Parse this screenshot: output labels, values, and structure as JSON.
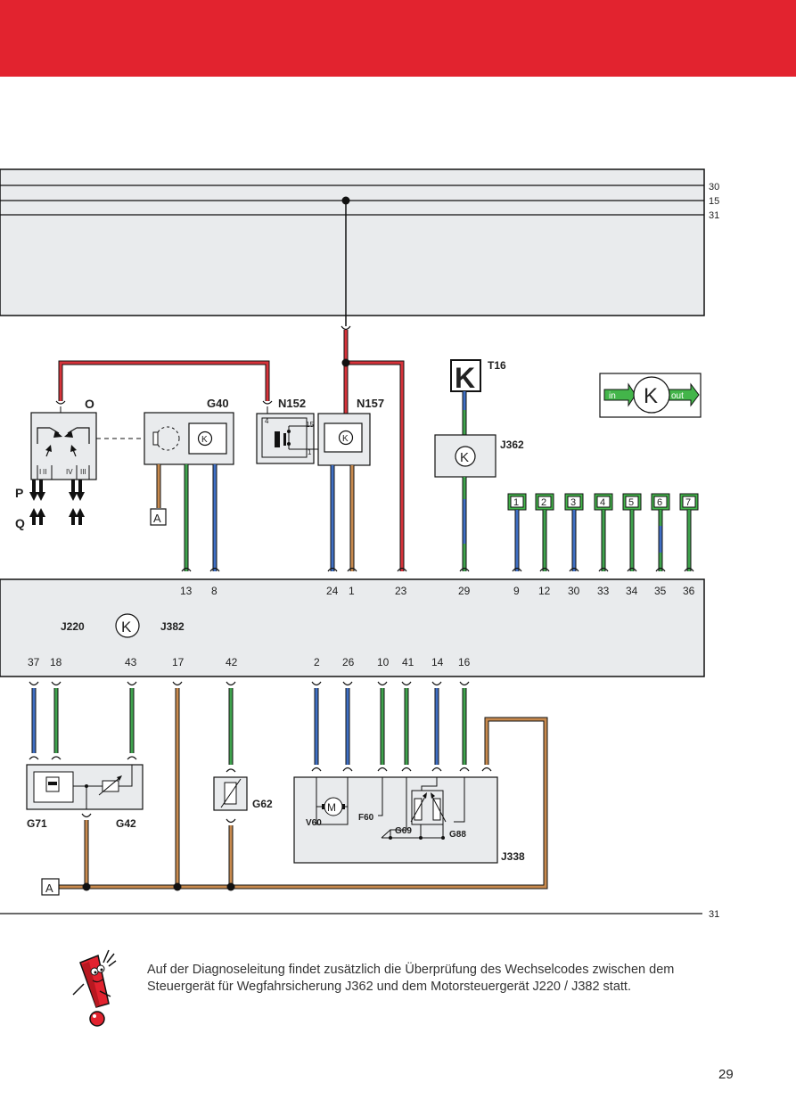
{
  "rails": [
    "30",
    "15",
    "31"
  ],
  "ground_label": "31",
  "components": {
    "O": "O",
    "P": "P",
    "Q": "Q",
    "G40": "G40",
    "N152": "N152",
    "N157": "N157",
    "T16": "T16",
    "J362": "J362",
    "J220": "J220",
    "J382": "J382",
    "G71": "G71",
    "G42": "G42",
    "G62": "G62",
    "V60": "V60",
    "F60": "F60",
    "G69": "G69",
    "G88": "G88",
    "J338": "J338",
    "A": "A",
    "K": "K",
    "K_symbol": "K",
    "in": "in",
    "out": "out"
  },
  "roman": [
    "I",
    "II",
    "IV",
    "III"
  ],
  "relay_pins": [
    "4",
    "15",
    "1"
  ],
  "ecu_top_pins": [
    "13",
    "8",
    "24",
    "1",
    "23",
    "29",
    "9",
    "12",
    "30",
    "33",
    "34",
    "35",
    "36"
  ],
  "ecu_bottom_pins": [
    "37",
    "18",
    "43",
    "17",
    "42",
    "2",
    "26",
    "10",
    "41",
    "14",
    "16"
  ],
  "legend_boxes": [
    "1",
    "2",
    "3",
    "4",
    "5",
    "6",
    "7"
  ],
  "note": "Auf der Diagnoseleitung findet zusätzlich die Überprüfung des Wechselcodes zwischen dem Steuergerät für Wegfahrsicherung J362 und dem Motorsteuergerät J220 / J382 statt.",
  "page_number": "29",
  "colors": {
    "banner": "#e2232f",
    "red_wire": "#d7333a",
    "blue_wire": "#3f6fc4",
    "green_wire": "#3fa34d",
    "brown_wire": "#c88a4e",
    "panel": "#e9ebed",
    "legend": "#43b54a"
  }
}
